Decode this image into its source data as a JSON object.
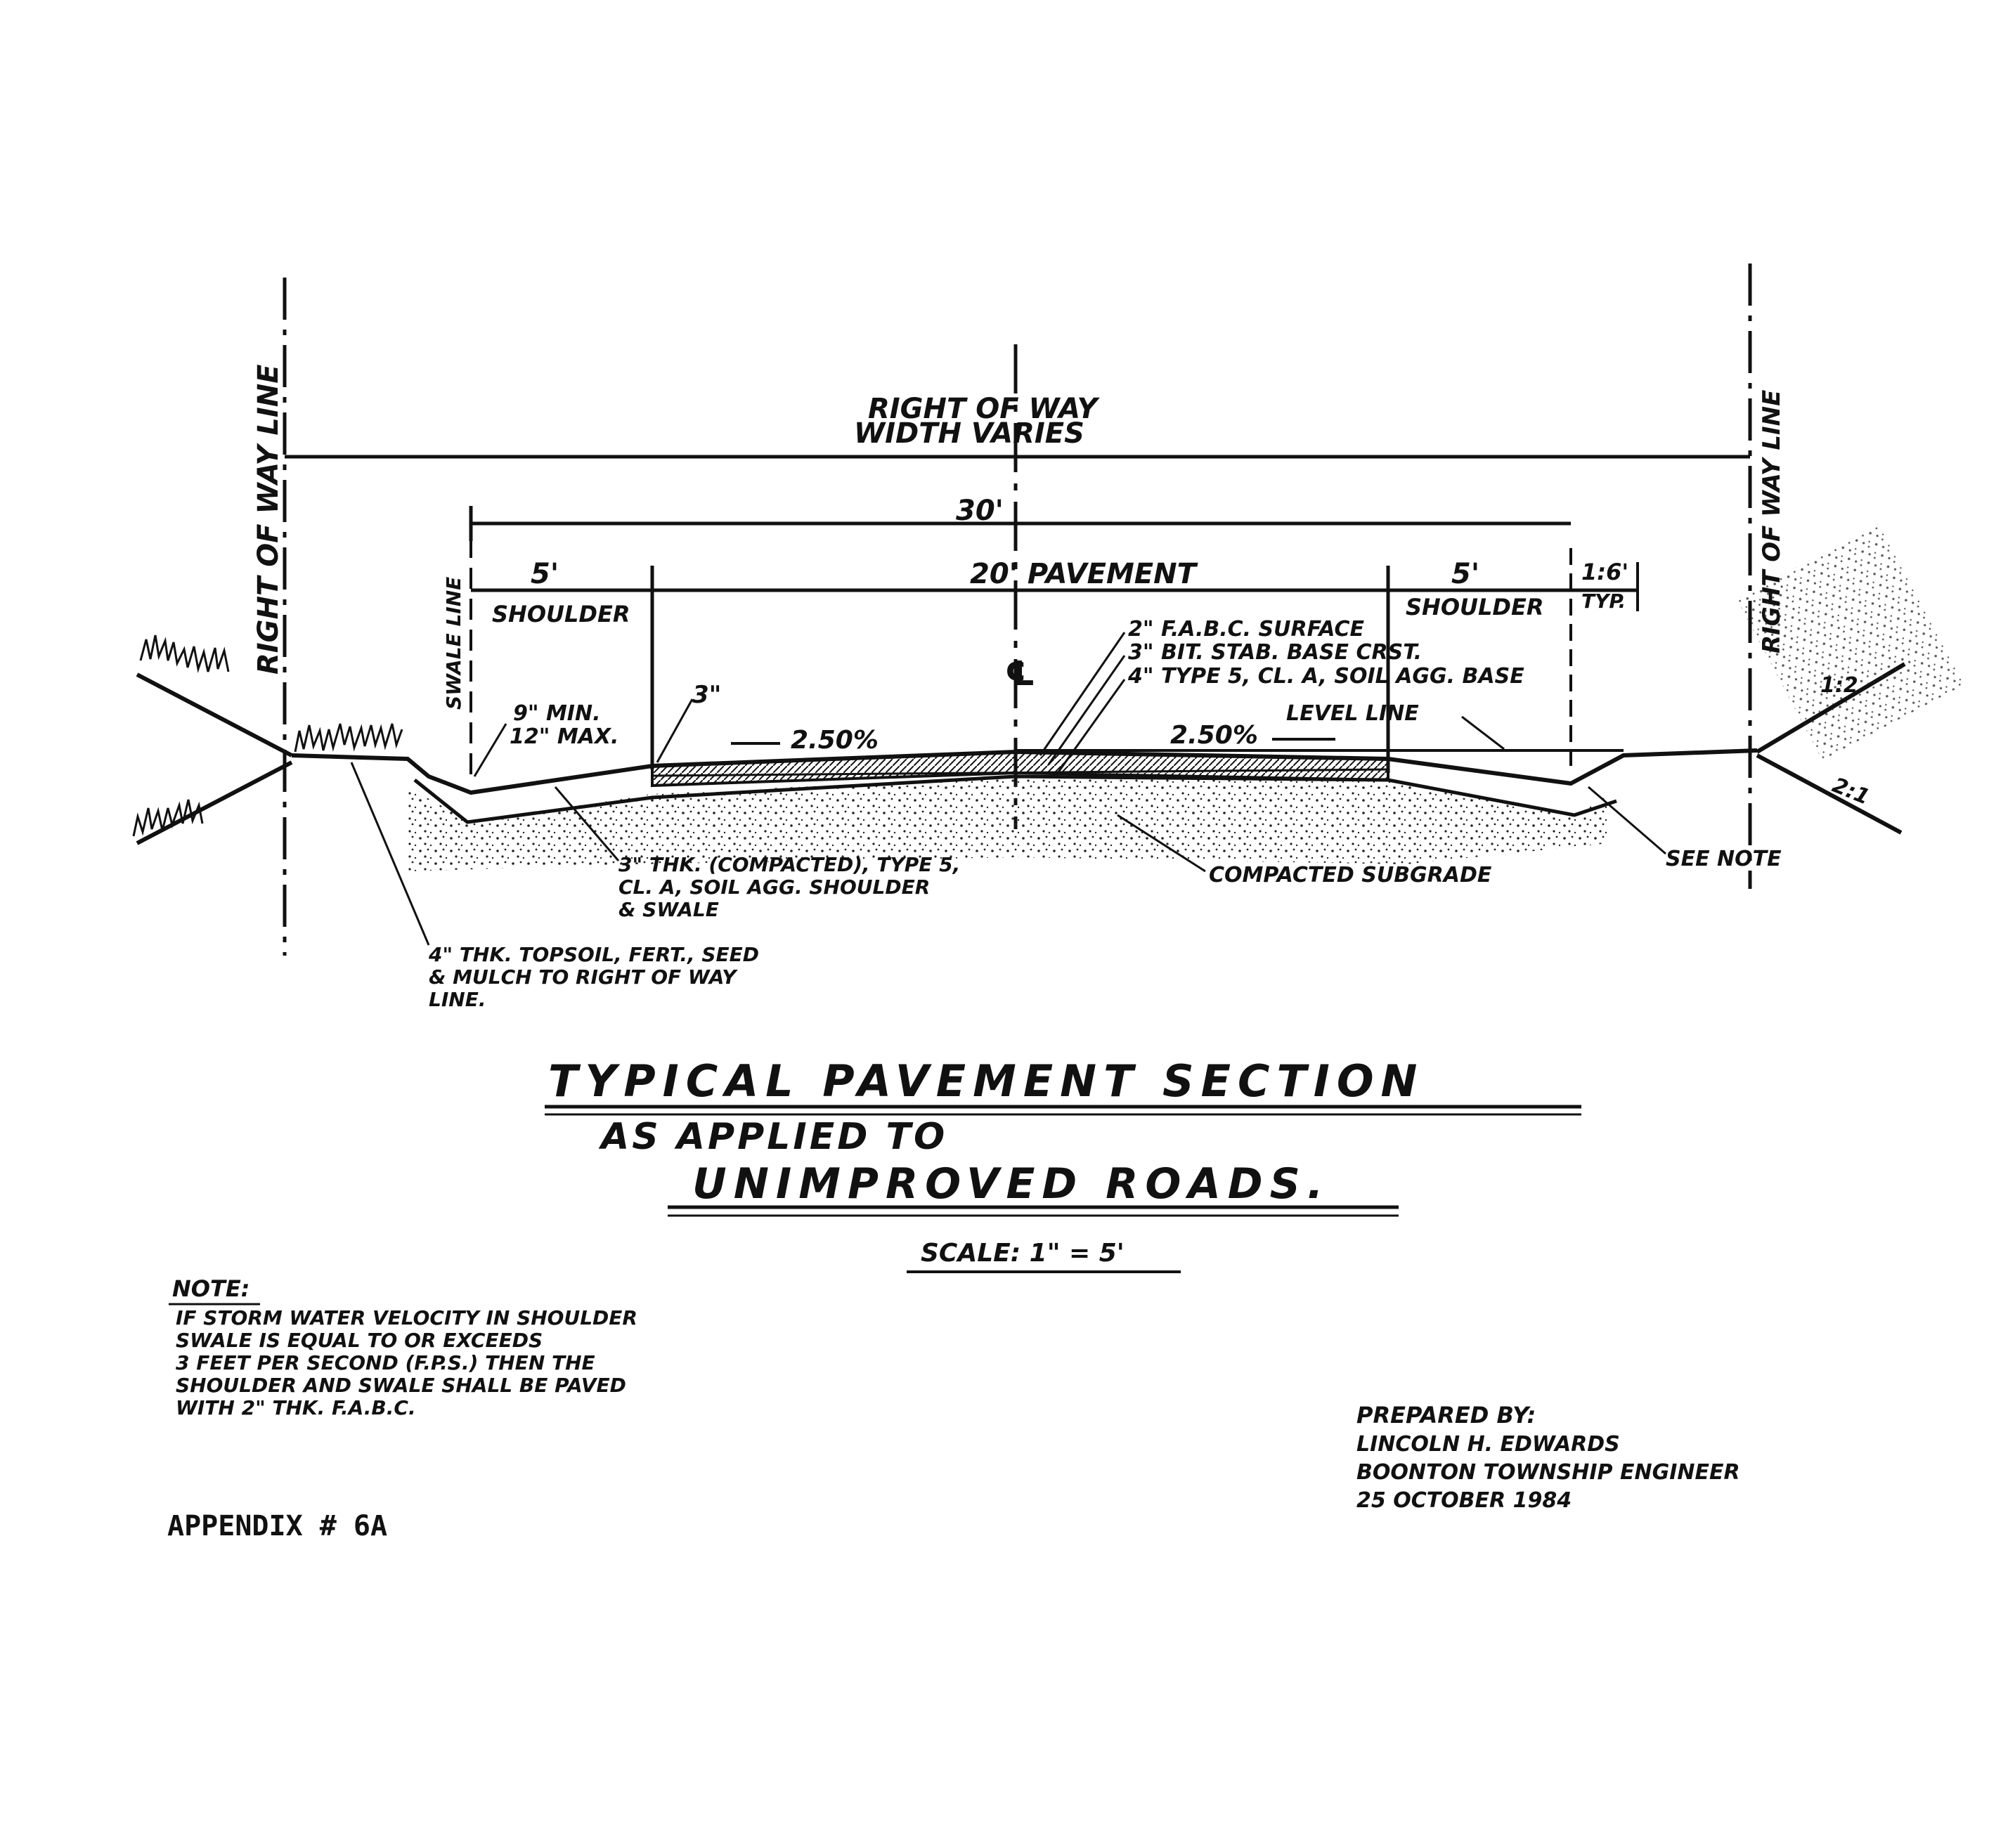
{
  "title": {
    "line1": "TYPICAL PAVEMENT SECTION",
    "line2": "AS APPLIED TO",
    "line3": "UNIMPROVED ROADS.",
    "scale": "SCALE: 1\" = 5'"
  },
  "boundaries": {
    "row_left": "RIGHT OF WAY LINE",
    "row_right": "RIGHT OF WAY LINE",
    "swale_line": "SWALE LINE",
    "centerline_symbol": "℄"
  },
  "dimensions": {
    "row_width": [
      "RIGHT OF WAY",
      "WIDTH VARIES"
    ],
    "total": "30'",
    "shoulder_left": "5'",
    "shoulder_left_label": "SHOULDER",
    "pavement": "20' PAVEMENT",
    "shoulder_right": "5'",
    "shoulder_right_label": "SHOULDER",
    "slope_ratio": "1:6'",
    "slope_ratio_note": "TYP.",
    "ditch_depth": [
      "9\" MIN.",
      "12\" MAX."
    ],
    "shoulder_depth": "3\"",
    "slope_left": "2.50%",
    "slope_right": "2.50%",
    "side_slope_right": "1:2",
    "side_slope_steep": "2:1"
  },
  "callouts": {
    "layers": [
      "2\" F.A.B.C. SURFACE",
      "3\" BIT. STAB. BASE CRST.",
      "4\" TYPE 5, CL. A, SOIL AGG. BASE"
    ],
    "level_line": "LEVEL LINE",
    "shoulder_agg": [
      "3\" THK. (COMPACTED), TYPE 5,",
      "CL. A, SOIL AGG. SHOULDER",
      "& SWALE"
    ],
    "topsoil": [
      "4\" THK. TOPSOIL, FERT., SEED",
      "& MULCH TO RIGHT OF WAY",
      "LINE."
    ],
    "subgrade": "COMPACTED SUBGRADE",
    "see_note": "SEE NOTE"
  },
  "note": {
    "heading": "NOTE:",
    "lines": [
      "IF STORM WATER VELOCITY IN SHOULDER",
      "SWALE IS EQUAL TO OR EXCEEDS",
      "3 FEET PER SECOND (F.P.S.) THEN THE",
      "SHOULDER AND SWALE SHALL BE PAVED",
      "WITH 2\" THK. F.A.B.C."
    ]
  },
  "prepared": {
    "lines": [
      "PREPARED BY:",
      "LINCOLN H. EDWARDS",
      "BOONTON TOWNSHIP ENGINEER",
      "25 OCTOBER 1984"
    ]
  },
  "appendix": "APPENDIX # 6A"
}
